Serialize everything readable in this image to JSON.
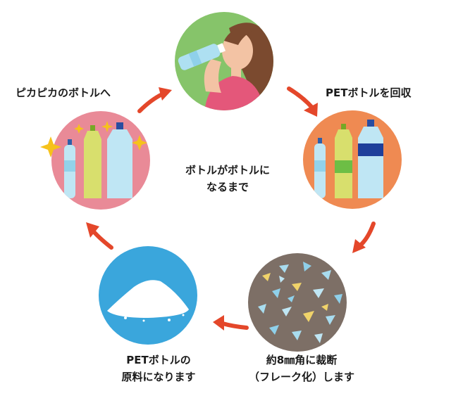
{
  "center_caption": [
    "ボトルがボトルに",
    "なるまで"
  ],
  "steps": [
    {
      "id": "drink",
      "label": [],
      "bg": "#86c46a"
    },
    {
      "id": "collect",
      "label": [
        "PETボトルを回収"
      ],
      "bg": "#ef8a52"
    },
    {
      "id": "flake",
      "label": [
        "約8㎜角に裁断",
        "（フレーク化）します"
      ],
      "bg": "#7d6f66"
    },
    {
      "id": "material",
      "label": [
        "PETボトルの",
        "原料になります"
      ],
      "bg": "#3aa6dc"
    },
    {
      "id": "new-bottle",
      "label": [
        "ピカピカのボトルへ"
      ],
      "bg": "#e98a97"
    }
  ],
  "colors": {
    "arrow": "#e4472a",
    "sparkle": "#f6c21b",
    "text": "#1a1a1a"
  }
}
